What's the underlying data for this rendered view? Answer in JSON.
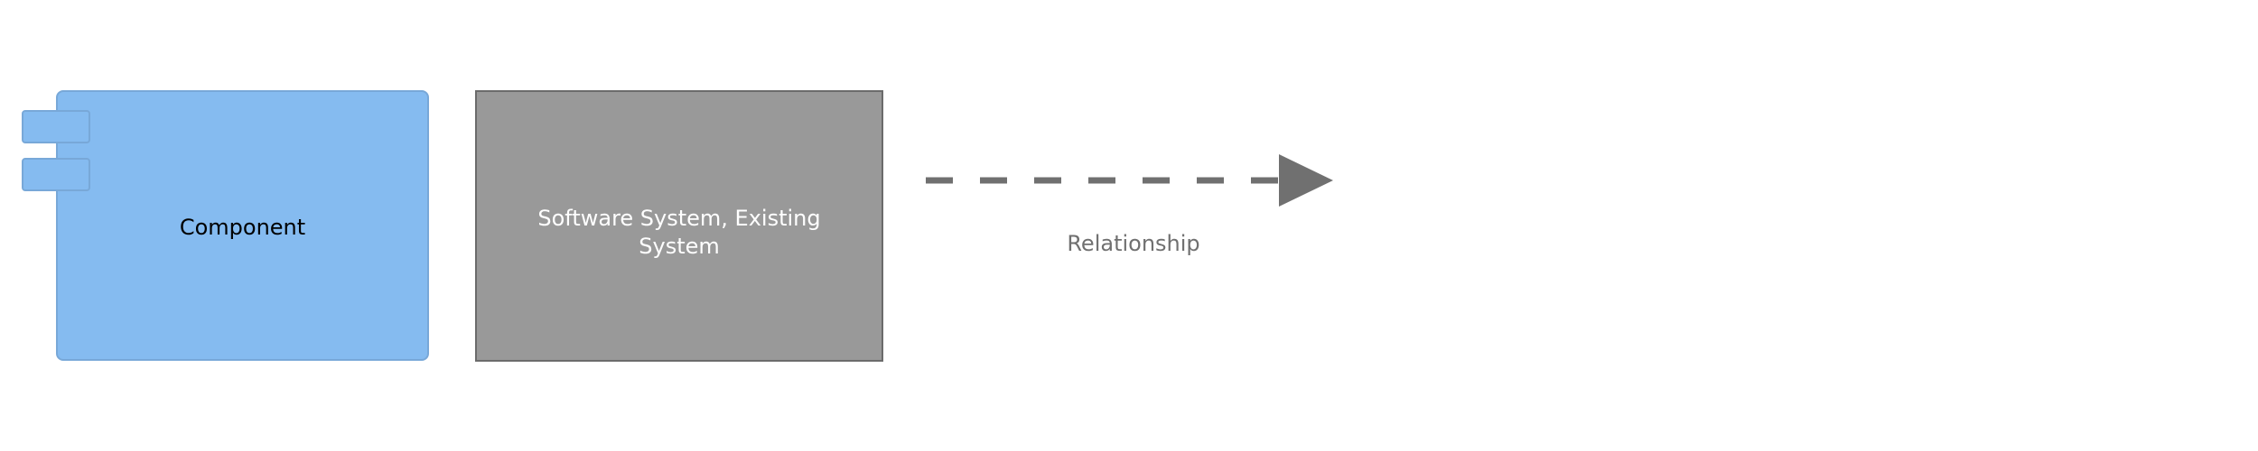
{
  "diagram": {
    "elements": [
      {
        "type": "component",
        "label": "Component",
        "fill_color": "#85BBF0",
        "border_color": "#78A8D8",
        "text_color": "#000000"
      },
      {
        "type": "software-system",
        "label": "Software System, Existing System",
        "fill_color": "#999999",
        "border_color": "#6B6B6B",
        "text_color": "#ffffff"
      }
    ],
    "relationship": {
      "label": "Relationship",
      "style": "dashed",
      "color": "#707070"
    }
  }
}
